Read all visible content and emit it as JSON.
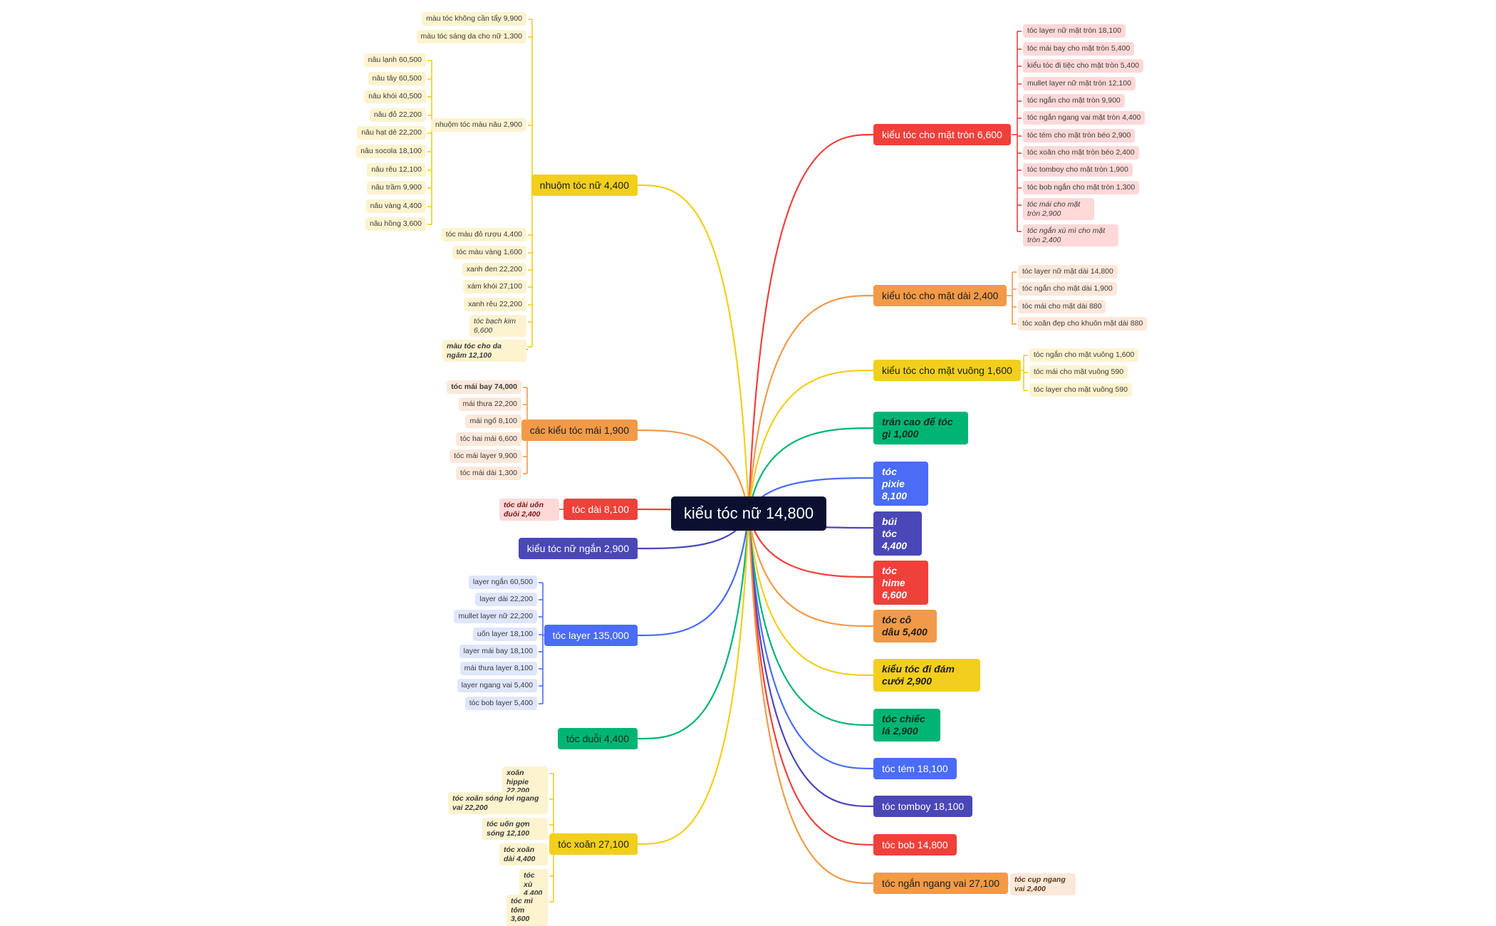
{
  "root": {
    "label": "kiểu tóc nữ 14,800"
  },
  "colors": {
    "red": "#f0403a",
    "orange": "#f29a47",
    "yellow": "#f2cf1d",
    "green": "#00b574",
    "blue": "#4a6cf7",
    "indigo": "#4a47b8",
    "root": "#0b1030",
    "leaf_red": "#ffd8d8",
    "leaf_orange": "#fde8da",
    "leaf_yellow": "#fdf3cf",
    "leaf_blue": "#dfe6fd"
  },
  "left_branches": [
    {
      "label": "nhuộm tóc nữ 4,400",
      "color": "yellow",
      "children": [
        {
          "label": "màu tóc không cần tẩy 9,900"
        },
        {
          "label": "màu tóc sáng da cho nữ 1,300"
        },
        {
          "label": "nhuộm tóc màu nâu 2,900",
          "children": [
            {
              "label": "nâu lạnh 60,500"
            },
            {
              "label": "nâu tây 60,500"
            },
            {
              "label": "nâu khói 40,500"
            },
            {
              "label": "nâu đỏ 22,200"
            },
            {
              "label": "nâu hạt dẻ 22,200"
            },
            {
              "label": "nâu socola 18,100"
            },
            {
              "label": "nâu rêu 12,100"
            },
            {
              "label": "nâu trầm 9,900"
            },
            {
              "label": "nâu vàng 4,400"
            },
            {
              "label": "nâu hồng 3,600"
            }
          ]
        },
        {
          "label": "tóc màu đỏ rượu 4,400"
        },
        {
          "label": "tóc màu vàng 1,600"
        },
        {
          "label": "xanh đen 22,200"
        },
        {
          "label": "xám khói 27,100"
        },
        {
          "label": "xanh rêu 22,200"
        },
        {
          "label": "tóc bạch kim 6,600"
        },
        {
          "label": "màu tóc cho da ngăm 12,100"
        }
      ]
    },
    {
      "label": "các kiểu tóc mái 1,900",
      "color": "orange",
      "children": [
        {
          "label": "tóc mái bay 74,000"
        },
        {
          "label": "mái thưa 22,200"
        },
        {
          "label": "mái ngố 8,100"
        },
        {
          "label": "tóc hai mái 6,600"
        },
        {
          "label": "tóc mái layer 9,900"
        },
        {
          "label": "tóc mái dài 1,300"
        }
      ]
    },
    {
      "label": "tóc dài 8,100",
      "color": "red",
      "children": [
        {
          "label": "tóc dài uốn đuôi 2,400"
        }
      ]
    },
    {
      "label": "kiểu tóc nữ ngắn 2,900",
      "color": "indigo",
      "children": []
    },
    {
      "label": "tóc layer 135,000",
      "color": "blue",
      "children": [
        {
          "label": "layer ngắn 60,500"
        },
        {
          "label": "layer dài 22,200"
        },
        {
          "label": "mullet layer nữ 22,200"
        },
        {
          "label": "uốn layer 18,100"
        },
        {
          "label": "layer mái bay 18,100"
        },
        {
          "label": "mái thưa layer 8,100"
        },
        {
          "label": "layer ngang vai 5,400"
        },
        {
          "label": "tóc bob layer 5,400"
        }
      ]
    },
    {
      "label": "tóc duỗi 4,400",
      "color": "green",
      "children": []
    },
    {
      "label": "tóc xoăn 27,100",
      "color": "yellow",
      "children": [
        {
          "label": "xoăn hippie 22,200"
        },
        {
          "label": "tóc xoăn sóng lơi ngang vai 22,200"
        },
        {
          "label": "tóc uốn gợn sóng 12,100"
        },
        {
          "label": "tóc xoăn dài 4,400"
        },
        {
          "label": "tóc xù 4,400"
        },
        {
          "label": "tóc mì tôm 3,600"
        }
      ]
    }
  ],
  "right_branches": [
    {
      "label": "kiểu tóc cho mặt tròn 6,600",
      "color": "red",
      "children": [
        {
          "label": "tóc layer nữ mặt tròn 18,100"
        },
        {
          "label": "tóc mái bay cho mặt tròn 5,400"
        },
        {
          "label": "kiểu tóc đi tiệc cho mặt tròn 5,400"
        },
        {
          "label": "mullet layer nữ mặt tròn 12,100"
        },
        {
          "label": "tóc ngắn cho mặt tròn 9,900"
        },
        {
          "label": "tóc ngắn ngang vai mặt tròn 4,400"
        },
        {
          "label": "tóc tém cho mặt tròn béo 2,900"
        },
        {
          "label": "tóc xoăn cho mặt tròn béo 2,400"
        },
        {
          "label": "tóc tomboy cho mặt tròn 1,900"
        },
        {
          "label": "tóc bob ngắn cho mặt tròn 1,300"
        },
        {
          "label": "tóc mái cho mặt tròn 2,900"
        },
        {
          "label": "tóc ngắn xù mì cho mặt tròn 2,400"
        }
      ]
    },
    {
      "label": "kiểu tóc cho mặt dài 2,400",
      "color": "orange",
      "children": [
        {
          "label": "tóc layer nữ mặt dài 14,800"
        },
        {
          "label": "tóc ngắn cho mặt dài 1,900"
        },
        {
          "label": "tóc mái cho mặt dài 880"
        },
        {
          "label": "tóc xoăn đẹp cho khuôn mặt dài 880"
        }
      ]
    },
    {
      "label": "kiểu tóc cho mặt vuông 1,600",
      "color": "yellow",
      "children": [
        {
          "label": "tóc ngắn cho mặt vuông 1,600"
        },
        {
          "label": "tóc mái cho mặt vuông 590"
        },
        {
          "label": "tóc layer cho mặt vuông 590"
        }
      ]
    },
    {
      "label": "trán cao để tóc gì 1,000",
      "color": "green",
      "children": []
    },
    {
      "label": "tóc pixie 8,100",
      "color": "blue",
      "children": []
    },
    {
      "label": "búi tóc 4,400",
      "color": "indigo",
      "children": []
    },
    {
      "label": "tóc hime 6,600",
      "color": "red",
      "children": []
    },
    {
      "label": "tóc cô dâu 5,400",
      "color": "orange",
      "children": []
    },
    {
      "label": "kiểu tóc đi đám cưới 2,900",
      "color": "yellow",
      "children": []
    },
    {
      "label": "tóc chiếc lá 2,900",
      "color": "green",
      "children": []
    },
    {
      "label": "tóc tém 18,100",
      "color": "blue",
      "children": []
    },
    {
      "label": "tóc tomboy 18,100",
      "color": "indigo",
      "children": []
    },
    {
      "label": "tóc bob 14,800",
      "color": "red",
      "children": []
    },
    {
      "label": "tóc ngắn ngang vai 27,100",
      "color": "orange",
      "children": [
        {
          "label": "tóc cụp ngang vai 2,400"
        }
      ]
    }
  ]
}
